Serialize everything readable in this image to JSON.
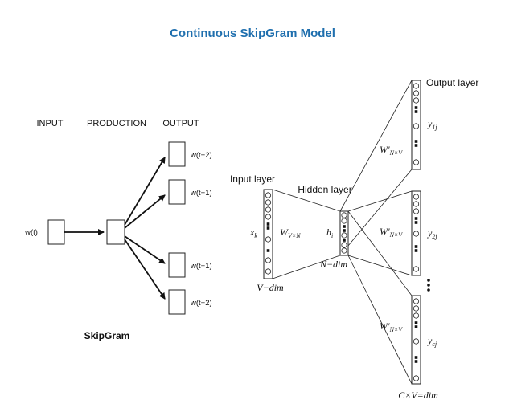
{
  "title": "Continuous SkipGram Model",
  "skipgram": {
    "header_input": "INPUT",
    "header_projection": "PRODUCTION",
    "header_output": "OUTPUT",
    "input_word": "w(t)",
    "output_words": [
      "w(t−2)",
      "w(t−1)",
      "w(t+1)",
      "w(t+2)"
    ],
    "caption": "SkipGram"
  },
  "network": {
    "input_layer_label": "Input layer",
    "hidden_layer_label": "Hidden layer",
    "output_layer_label": "Output layer",
    "x_var": "x",
    "x_sub": "k",
    "h_var": "h",
    "h_sub": "i",
    "w_var": "W",
    "w_sub": "V×N",
    "wp_var": "W'",
    "wp_sub": "N×V",
    "y1_var": "y",
    "y1_sub": "1j",
    "y2_var": "y",
    "y2_sub": "2j",
    "yc_var": "y",
    "yc_sub": "cj",
    "v_dim": "V−dim",
    "n_dim": "N−dim",
    "cv_dim": "C×V=dim"
  }
}
